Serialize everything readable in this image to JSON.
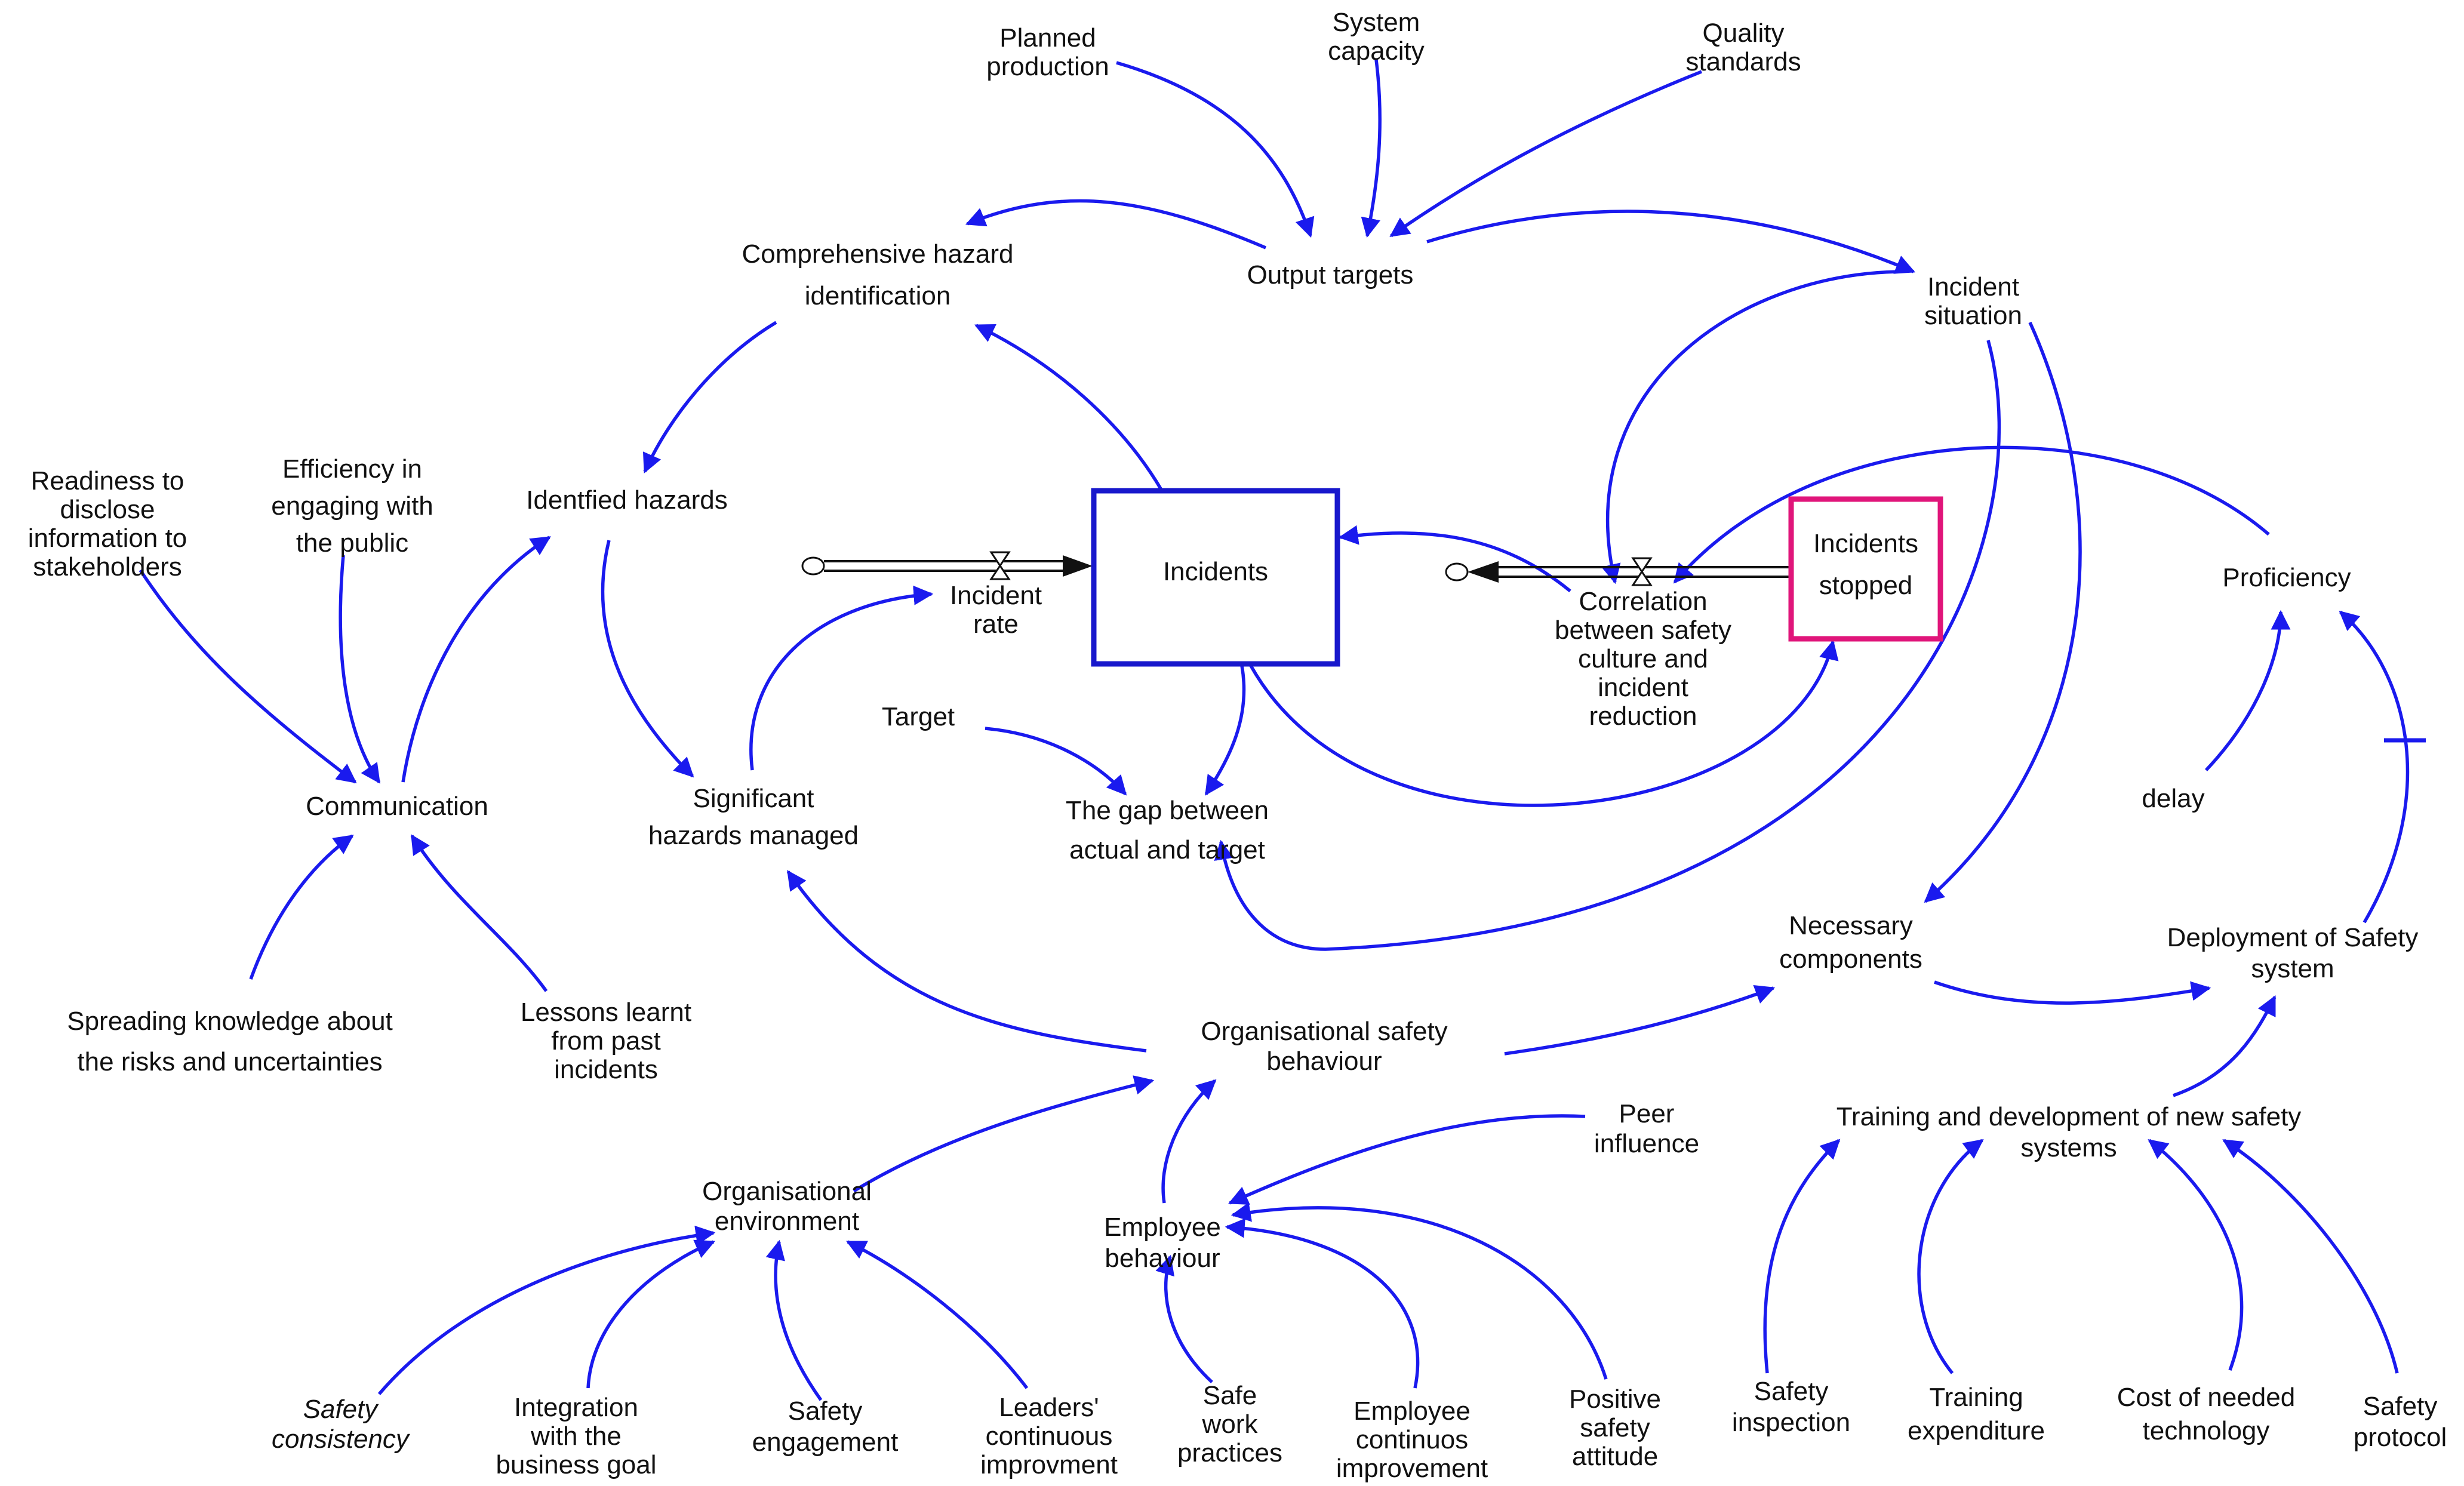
{
  "diagram": {
    "stocks": {
      "incidents": "Incidents",
      "incidents_stopped": [
        "Incidents",
        "stopped"
      ]
    },
    "nodes": {
      "planned_production": [
        "Planned",
        "production"
      ],
      "system_capacity": [
        "System",
        "capacity"
      ],
      "quality_standards": [
        "Quality",
        "standards"
      ],
      "output_targets": [
        "Output targets"
      ],
      "comprehensive_hazard": [
        "Comprehensive hazard",
        "identification"
      ],
      "incident_situation": [
        "Incident",
        "situation"
      ],
      "readiness": [
        "Readiness to",
        "disclose",
        "information to",
        "stakeholders"
      ],
      "efficiency": [
        "Efficiency in",
        "engaging with",
        "the public"
      ],
      "identified_hazards": [
        "Identfied hazards"
      ],
      "incident_rate": [
        "Incident",
        "rate"
      ],
      "correlation": [
        "Correlation",
        "between safety",
        "culture and",
        "incident",
        "reduction"
      ],
      "proficiency": [
        "Proficiency"
      ],
      "target": [
        "Target"
      ],
      "communication": [
        "Communication"
      ],
      "significant_hazards": [
        "Significant",
        "hazards managed"
      ],
      "gap": [
        "The gap between",
        "actual and target"
      ],
      "delay": [
        "delay"
      ],
      "necessary_components": [
        "Necessary",
        "components"
      ],
      "deployment": [
        "Deployment of Safety",
        "system"
      ],
      "spreading": [
        "Spreading knowledge about",
        "the risks and uncertainties"
      ],
      "lessons": [
        "Lessons learnt",
        "from past",
        "incidents"
      ],
      "org_safety": [
        "Organisational safety",
        "behaviour"
      ],
      "peer": [
        "Peer",
        "influence"
      ],
      "training_dev": [
        "Training and development of new safety",
        "systems"
      ],
      "org_env": [
        "Organisational",
        "environment"
      ],
      "employee_beh": [
        "Employee",
        "behaviour"
      ],
      "safety_consistency": [
        "Safety",
        "consistency"
      ],
      "integration": [
        "Integration",
        "with the",
        "business goal"
      ],
      "safety_engagement": [
        "Safety",
        "engagement"
      ],
      "leaders": [
        "Leaders'",
        "continuous",
        "improvment"
      ],
      "safe_work": [
        "Safe",
        "work",
        "practices"
      ],
      "employee_cont": [
        "Employee",
        "continuos",
        "improvement"
      ],
      "positive_attitude": [
        "Positive",
        "safety",
        "attitude"
      ],
      "safety_inspection": [
        "Safety",
        "inspection"
      ],
      "training_exp": [
        "Training",
        "expenditure"
      ],
      "cost_tech": [
        "Cost of needed",
        "technology"
      ],
      "safety_protocol": [
        "Safety",
        "protocol"
      ]
    },
    "colors": {
      "link": "#1a1aee",
      "stock_border": "#1818cc",
      "stopped_border": "#e0157a"
    }
  }
}
